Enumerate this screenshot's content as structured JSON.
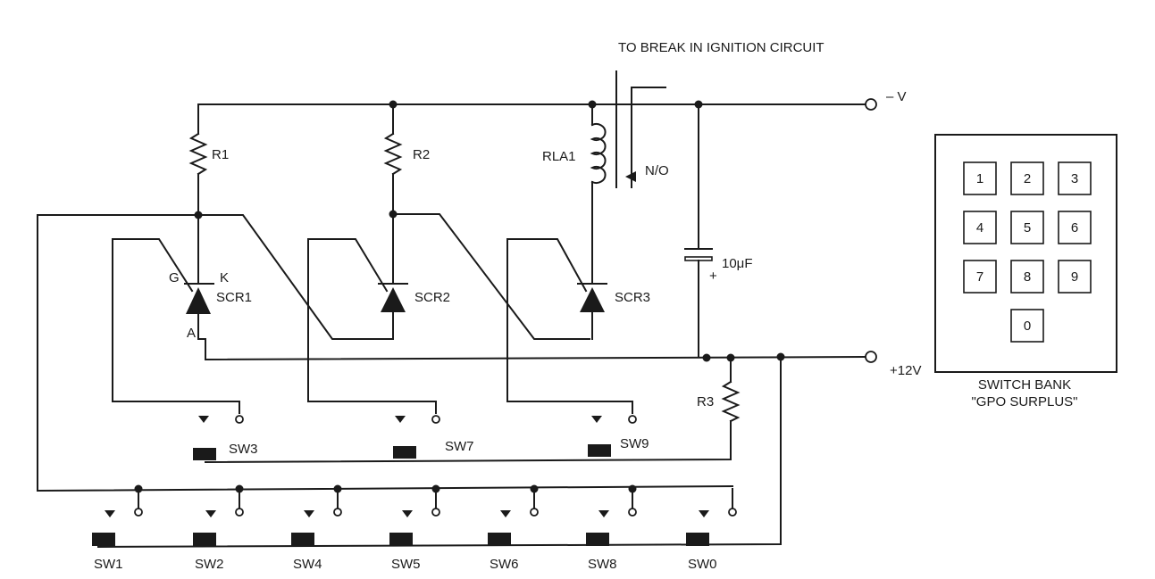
{
  "labels": {
    "top_note": "TO BREAK IN IGNITION CIRCUIT",
    "neg_v": "– V",
    "pos_v": "+12V",
    "r1": "R1",
    "r2": "R2",
    "r3": "R3",
    "rla1": "RLA1",
    "no": "N/O",
    "cap_value": "10μF",
    "cap_plus": "+",
    "gate": "G",
    "cathode": "K",
    "anode": "A",
    "scr1": "SCR1",
    "scr2": "SCR2",
    "scr3": "SCR3"
  },
  "switches": {
    "row_upper": [
      "SW3",
      "SW7",
      "SW9"
    ],
    "row_lower": [
      "SW1",
      "SW2",
      "SW4",
      "SW5",
      "SW6",
      "SW8",
      "SW0"
    ]
  },
  "keypad": {
    "keys": [
      "1",
      "2",
      "3",
      "4",
      "5",
      "6",
      "7",
      "8",
      "9",
      "0"
    ],
    "caption_line1": "SWITCH BANK",
    "caption_line2": "\"GPO SURPLUS\""
  }
}
